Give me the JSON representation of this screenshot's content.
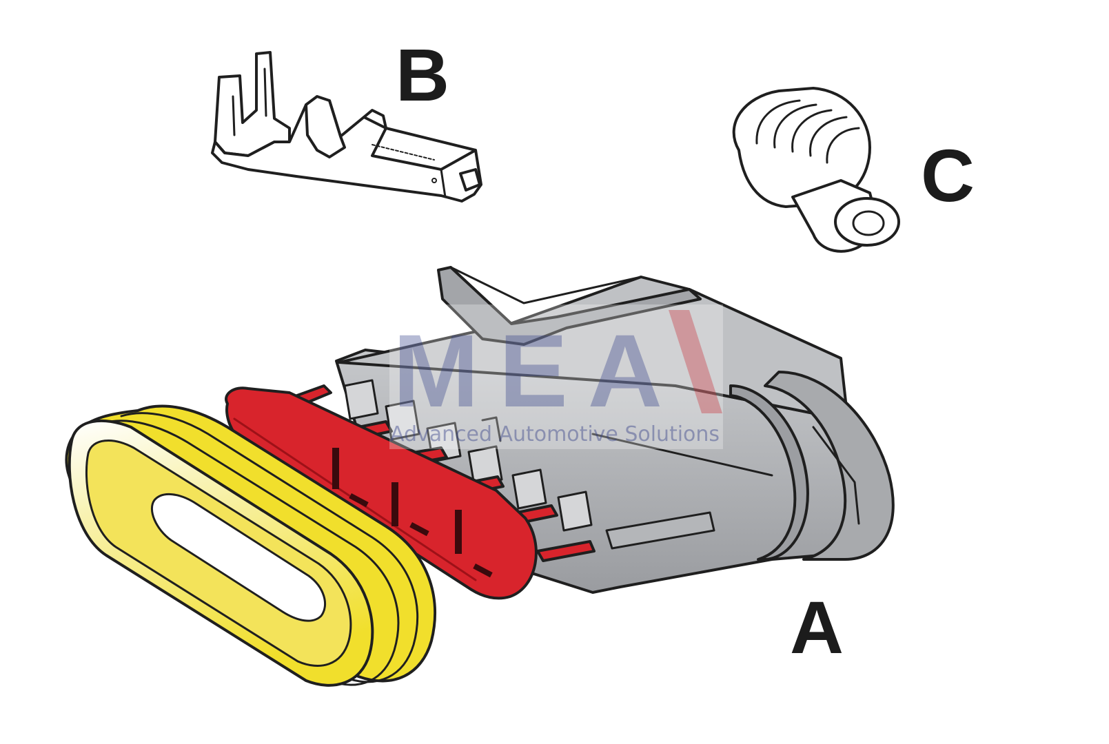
{
  "labels": {
    "housing": "A",
    "terminal": "B",
    "seal": "C"
  },
  "watermark": {
    "logo_text": "MEA",
    "tagline": "Advanced Automotive Solutions"
  },
  "colors": {
    "outline": "#1f1f1f",
    "housing_gray": "#a9abae",
    "housing_light": "#c3c5c8",
    "housing_dark": "#8e9094",
    "retainer_red": "#d8242c",
    "retainer_dark": "#9e1118",
    "gasket_yellow": "#f1df2c",
    "gasket_light": "#f8f2b0",
    "watermark_navy": "#2f3c86",
    "watermark_red": "#c81d24",
    "part_fill": "#ffffff"
  },
  "icons": {
    "housing": "connector-housing-icon",
    "retainer": "terminal-retainer-icon",
    "gasket": "gasket-seal-icon",
    "terminal": "crimp-terminal-icon",
    "seal": "wire-seal-icon"
  }
}
